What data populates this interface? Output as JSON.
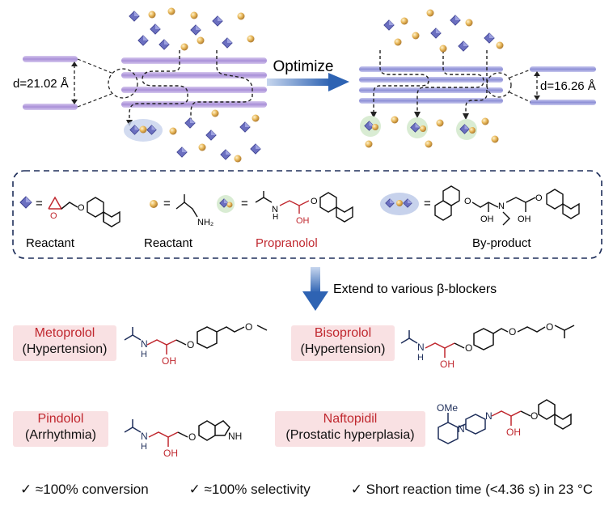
{
  "top": {
    "d_left": "d=21.02 Å",
    "d_right": "d=16.26 Å",
    "optimize": "Optimize"
  },
  "legend": {
    "reactant1": "Reactant",
    "reactant2": "Reactant",
    "product": "Propranolol",
    "byproduct": "By-product",
    "amine_label": "NH₂",
    "oh_label": "OH",
    "nh_label": "H",
    "n_label": "N"
  },
  "extend": "Extend to various β-blockers",
  "drugs": [
    {
      "name": "Metoprolol",
      "indication": "(Hypertension)"
    },
    {
      "name": "Bisoprolol",
      "indication": "(Hypertension)"
    },
    {
      "name": "Pindolol",
      "indication": "(Arrhythmia)"
    },
    {
      "name": "Naftopidil",
      "indication": "(Prostatic hyperplasia)"
    }
  ],
  "struct_labels": {
    "h": "H",
    "n": "N",
    "oh": "OH",
    "o": "O",
    "nh": "NH",
    "ome": "OMe"
  },
  "footer": [
    "✓ ≈100% conversion",
    "✓ ≈100% selectivity",
    "✓ Short reaction time (<4.36 s) in 23 °C"
  ],
  "colors": {
    "layer": "#b9a3dc",
    "layer_edge": "#8c72c4",
    "diamond": "#5a5fae",
    "ball": "#e3b04f",
    "accent_red": "#c0282f",
    "pink_box": "#f9e1e3",
    "arrow_blue": "#4e78b8"
  }
}
